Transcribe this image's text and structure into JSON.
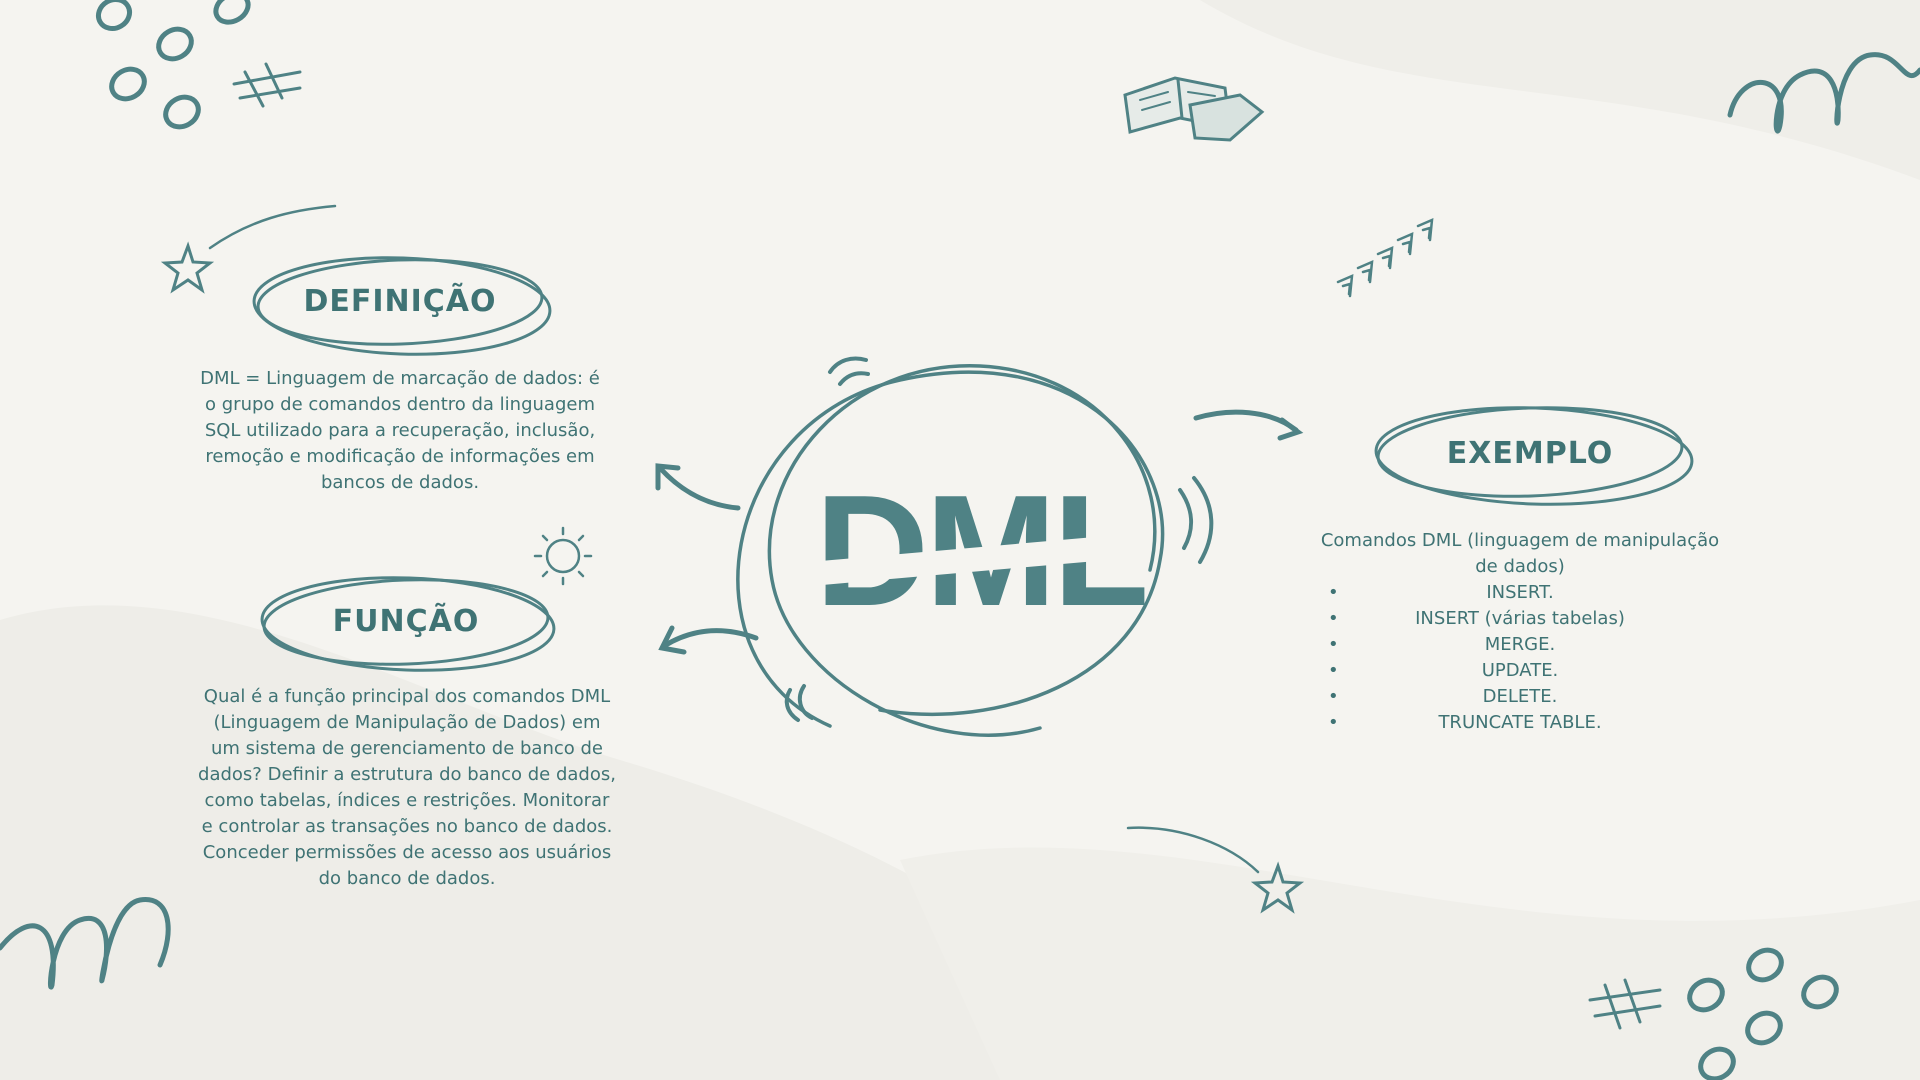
{
  "center": {
    "title": "DML"
  },
  "definicao": {
    "heading": "DEFINIÇÃO",
    "text": "DML = Linguagem de marcação de dados: é o grupo de comandos dentro da linguagem SQL utilizado para a recuperação, inclusão, remoção e modificação de informações em bancos de dados."
  },
  "funcao": {
    "heading": "FUNÇÃO",
    "text": "Qual é a função principal dos comandos DML (Linguagem de Manipulação de Dados) em um sistema de gerenciamento de banco de dados? Definir a estrutura do banco de dados, como tabelas, índices e restrições. Monitorar e controlar as transações no banco de dados. Conceder permissões de acesso aos usuários do banco de dados."
  },
  "exemplo": {
    "heading": "EXEMPLO",
    "intro": "Comandos DML (linguagem de manipulação de dados)",
    "items": [
      "INSERT.",
      "INSERT (várias tabelas)",
      "MERGE.",
      "UPDATE.",
      "DELETE.",
      "TRUNCATE TABLE."
    ]
  },
  "colors": {
    "accent": "#3f7374",
    "title": "#4f8285",
    "background": "#f5f4f0"
  },
  "icons": [
    "open-book-icon",
    "star-icon",
    "sun-icon",
    "hashtag-icon",
    "chevron-arrows-icon",
    "loop-squiggle-icon",
    "circles-doodle-icon",
    "arrow-icon"
  ]
}
